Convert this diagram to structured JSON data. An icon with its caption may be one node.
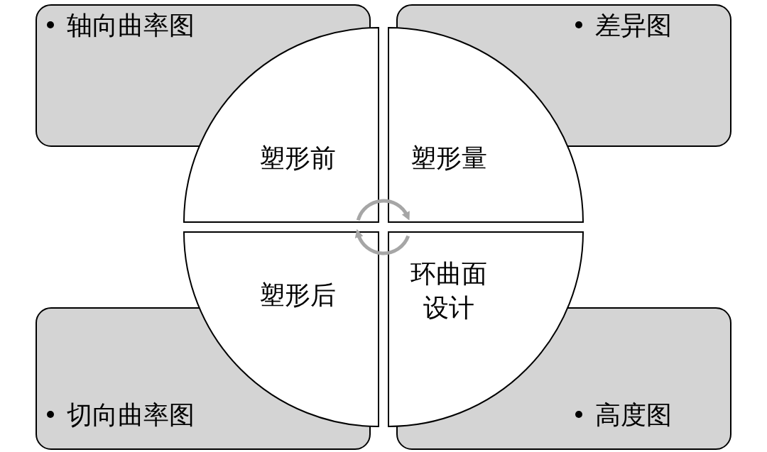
{
  "diagram": {
    "nodes": [
      {
        "text": [
          "轴向曲率图"
        ]
      },
      {
        "text": [
          "差异图"
        ]
      },
      {
        "text": [
          "切向曲率图"
        ]
      },
      {
        "text": [
          "高度图"
        ]
      },
      {
        "text": [
          "塑形前"
        ]
      },
      {
        "text": [
          "塑形量"
        ]
      },
      {
        "text": [
          "塑形后"
        ]
      },
      {
        "text": [
          "环曲面设计"
        ]
      }
    ],
    "edges": [
      {
        "from": 4,
        "to": 5,
        "arrow": "to"
      },
      {
        "from": 7,
        "to": 6,
        "arrow": "to"
      }
    ]
  }
}
